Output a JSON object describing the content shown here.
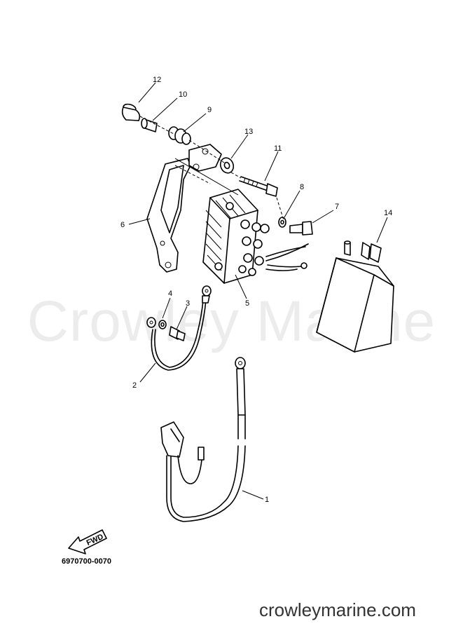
{
  "watermark": "Crowley Marine",
  "diagram_code": "6970700-0070",
  "site_url": "crowleymarine.com",
  "fwd_label": "FWD",
  "callouts": {
    "p1": "1",
    "p2": "2",
    "p3": "3",
    "p4": "4",
    "p5": "5",
    "p6": "6",
    "p7": "7",
    "p8": "8",
    "p9": "9",
    "p10": "10",
    "p11": "11",
    "p12": "12",
    "p13": "13",
    "p14": "14"
  }
}
